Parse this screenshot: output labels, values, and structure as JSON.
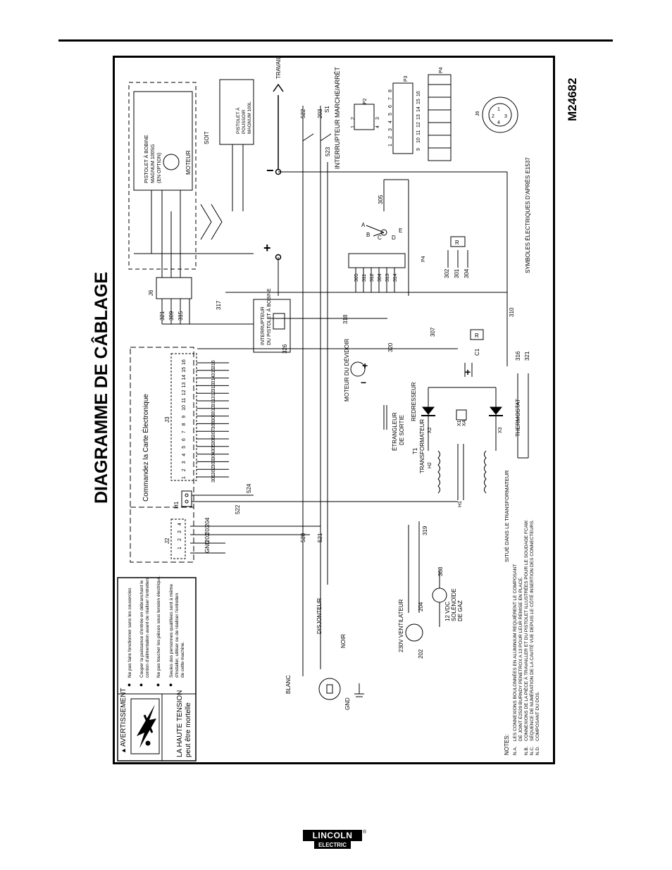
{
  "title": "DIAGRAMME DE CÂBLAGE",
  "drawing_number": "M24682",
  "warning": {
    "heading": "AVERTISSEMENT",
    "symbol": "electric-shock-icon",
    "hazard_line1": "LA HAUTE TENSION",
    "hazard_line2": "peut être mortelle",
    "bullets": [
      [
        "Ne pas faire fonctionner sans les couvercles"
      ],
      [
        "Couper la puissance d'entrée en débranchant le",
        "cordon d'alimentation avant de réaliser l'entretien."
      ],
      [
        "Ne pas toucher les pièces sous tension électrique."
      ],
      [
        "Seules des personnes qualifiées sont à même",
        "d'installer, utiliser ou de réaliser l'entretien",
        "de cette machine."
      ]
    ]
  },
  "notes": {
    "heading": "NOTES:",
    "items": [
      {
        "id": "N.A.",
        "text": "LES CONNEXIONS BOULONNÉES EN ALUMINIUM REQUIÈRENT LE COMPOSANT"
      },
      {
        "id": "",
        "text": "DE JOINT E2529 BURNDY PENETROX A 13 POUR LEUR REMISE EN PLACE."
      },
      {
        "id": "N.B.",
        "text": "CONNEXIONS DE LA PIÈCE À TRAVAILLER ET DU PISTOLET ILLUSTRÉES POUR LE SOUDAGE FCAW."
      },
      {
        "id": "N.C.",
        "text": "SÉQUENCE DE NUMÉRATION DE LA CAVITÉ VUE DEPUIS LE CÔTÉ INSERTION DES CONNECTEURS."
      },
      {
        "id": "N.D.",
        "text": "COMPOSANT DU DOS."
      }
    ]
  },
  "labels": {
    "pc_board": "Commandez la Carte Électronique",
    "spool_gun": [
      "PISTOLET À BOBINE",
      "MAGNUM 100SG",
      "(EN OPTION)"
    ],
    "motor": "MOTEUR",
    "push_gun": [
      "PISTOLET À",
      "POUSSOIR",
      "MAGNUM 100L"
    ],
    "or": "SOIT",
    "work": "TRAVAIL",
    "on_off": "INTERRUPTEUR MARCHE/ARRÊT",
    "gun_switch": [
      "INTERRUPTEUR",
      "DU PISTOLET À BOBINE"
    ],
    "wire_motor": "MOTEUR DU DÉVIDOIR",
    "choke": [
      "ÉTRANGLEUR",
      "DE SORTIE"
    ],
    "rectifier": "REDRESSEUR",
    "transformer": [
      "T1",
      "TRANSFORMATEUR"
    ],
    "thermostat": "THERMOSTAT",
    "located": "SITUÉ DANS LE TRANSFORMATEUR",
    "fan": "230V VENTILATEUR",
    "solenoid": [
      "12 VDC",
      "SOLÉNOÏDE",
      "DE GAZ"
    ],
    "breaker": "DISJONTEUR",
    "black": "NOIR",
    "white": "BLANC",
    "ground": "GND",
    "symbols_ref": "SYMBOLES ÉLECTRIQUES D'APRÈS E1537",
    "plus": "+",
    "minus": "−"
  },
  "connectors": {
    "J2": {
      "name": "J2",
      "pins": [
        "1",
        "2",
        "3",
        "4"
      ],
      "wires": [
        "GND",
        "202",
        "203",
        "204"
      ]
    },
    "H1": {
      "name": "H1"
    },
    "J3": {
      "name": "J3",
      "pins": [
        "1",
        "2",
        "3",
        "4",
        "5",
        "6",
        "7",
        "8",
        "9",
        "10",
        "11",
        "12",
        "13",
        "14",
        "15",
        "16"
      ],
      "wires": [
        "301",
        "302",
        "303",
        "304",
        "305",
        "306",
        "307",
        "308",
        "309",
        "310",
        "311",
        "312",
        "313",
        "314",
        "315",
        "316"
      ]
    },
    "J6": {
      "name": "J6",
      "wires": [
        "321",
        "309",
        "315"
      ]
    },
    "P4": {
      "name": "P4",
      "wires": [
        "305",
        "311",
        "312",
        "304",
        "313",
        "314"
      ]
    },
    "P2": {
      "name": "P2",
      "pins_top": [
        "1",
        "2"
      ],
      "pins_bottom": [
        "4",
        "3"
      ]
    },
    "P3": {
      "name": "P3",
      "row1": [
        "1",
        "2",
        "3",
        "4",
        "5",
        "6",
        "7",
        "8"
      ],
      "row2": [
        "9",
        "10",
        "11",
        "12",
        "13",
        "14",
        "15",
        "16"
      ]
    },
    "P4_face": {
      "name": "P4"
    },
    "J6_face": {
      "name": "J6",
      "pins": [
        "1",
        "2",
        "3",
        "4"
      ]
    }
  },
  "components": {
    "S1": "S1",
    "C1": "C1",
    "R": "R",
    "taps": [
      "A",
      "B",
      "C",
      "D",
      "E"
    ],
    "x_taps": [
      "X2",
      "X1",
      "X4",
      "X3"
    ],
    "h_taps": [
      "H2",
      "H1"
    ]
  },
  "wires": {
    "main": [
      "522",
      "203",
      "523",
      "520",
      "521",
      "524",
      "317",
      "318",
      "326",
      "320",
      "307",
      "316",
      "321",
      "310",
      "319",
      "308",
      "204",
      "202",
      "303",
      "302",
      "301",
      "304",
      "305"
    ]
  },
  "branding": {
    "logo_top": "LINCOLN",
    "logo_bottom": "ELECTRIC",
    "logo_mark": "®"
  }
}
